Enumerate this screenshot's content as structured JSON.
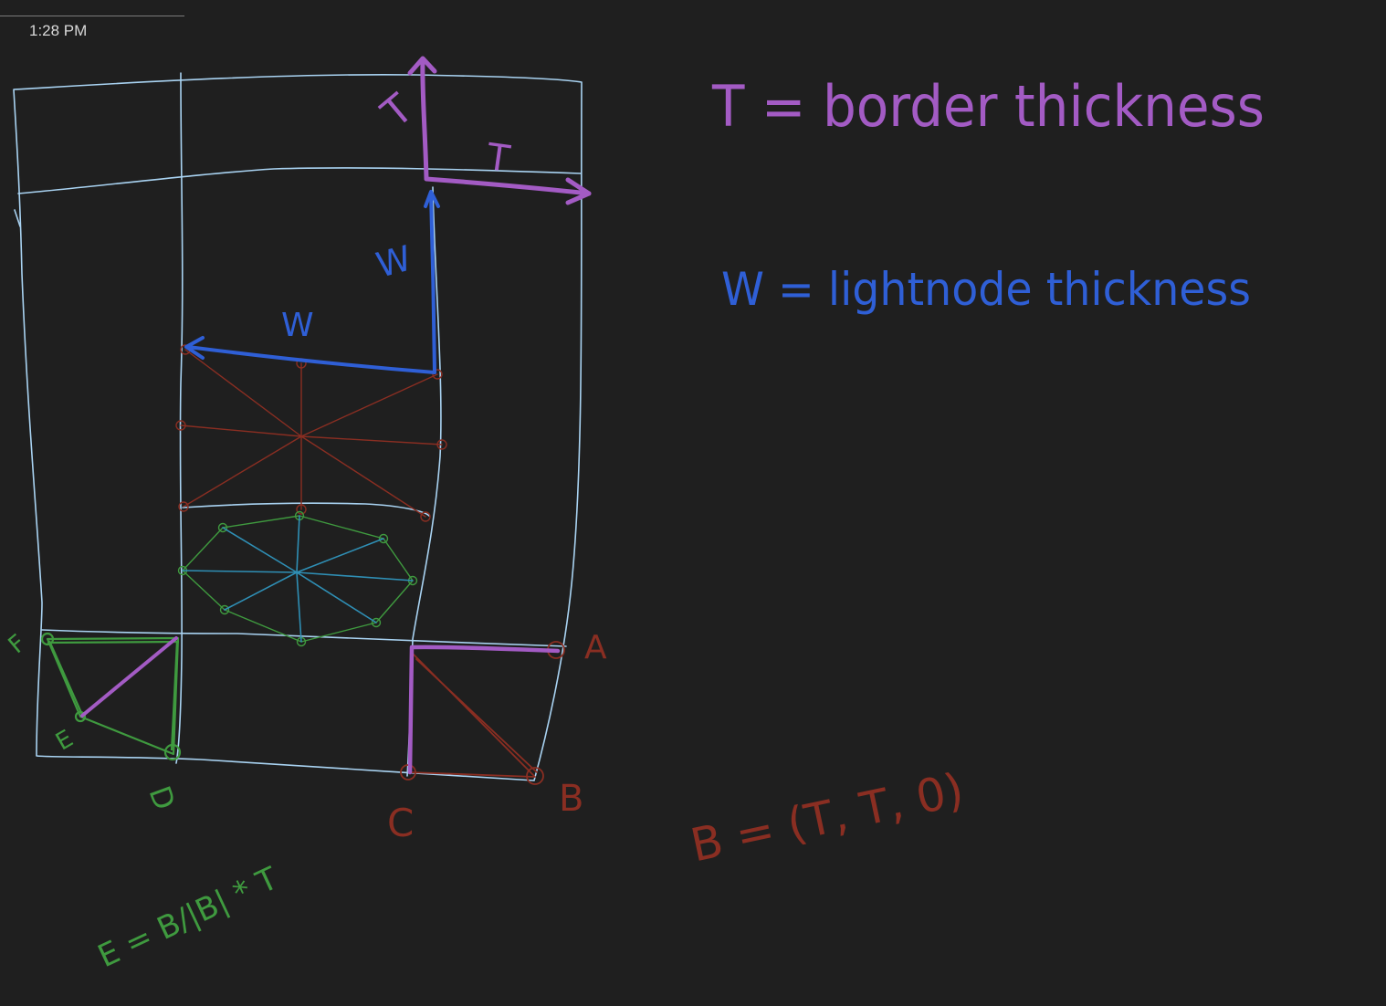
{
  "header": {
    "time": "1:28 PM"
  },
  "colors": {
    "background": "#1f1f1f",
    "grid": "#a9d3f2",
    "purple": "#a35bc4",
    "blue": "#2f5fd6",
    "red": "#8a2e22",
    "green": "#3f9a3f",
    "cyan": "#2f8fb5"
  },
  "notes": {
    "t_def": "T = border thickness",
    "w_def": "W = lightnode thickness",
    "b_formula": "B = (T, T, 0)",
    "e_formula": "E = B/|B| * T"
  },
  "labels": {
    "t_vertical": "T",
    "t_horizontal": "T",
    "w_vertical": "W",
    "w_horizontal": "W",
    "a": "A",
    "b": "B",
    "c": "C",
    "d": "D",
    "e": "E",
    "f": "F"
  }
}
